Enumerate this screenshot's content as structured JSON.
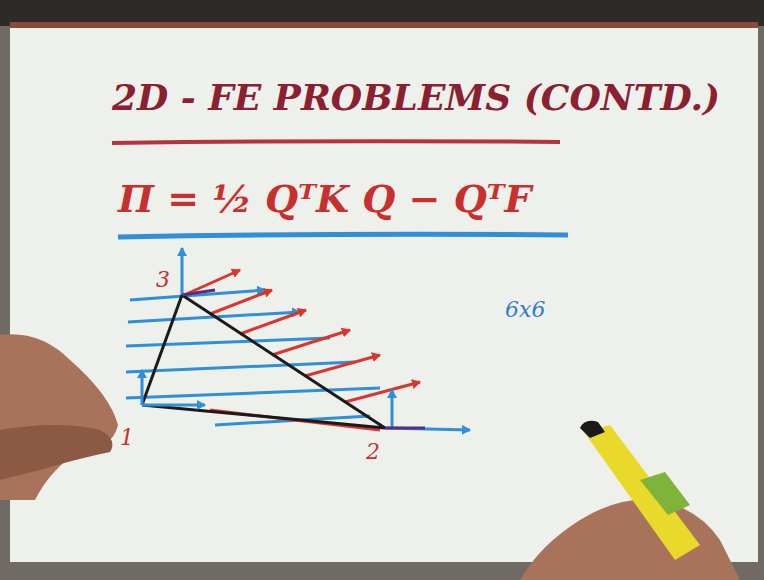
{
  "diagram": {
    "title": "2D - FE PROBLEMS (CONTD.)",
    "labels": [
      "Π = ½ QᵀK Q − QᵀF",
      "3",
      "1",
      "2",
      "6x6"
    ]
  }
}
